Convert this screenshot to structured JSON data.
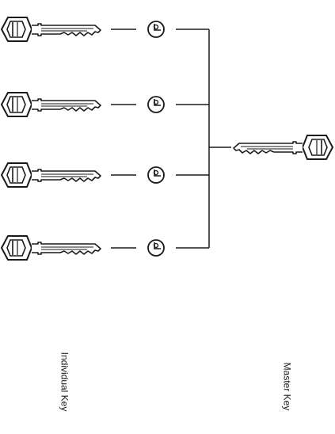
{
  "labels": {
    "individual": "Individual Key",
    "master": "Master Key"
  },
  "individual_key_count": 4,
  "colors": {
    "ink": "#1a1a1a",
    "background": "#ffffff"
  }
}
